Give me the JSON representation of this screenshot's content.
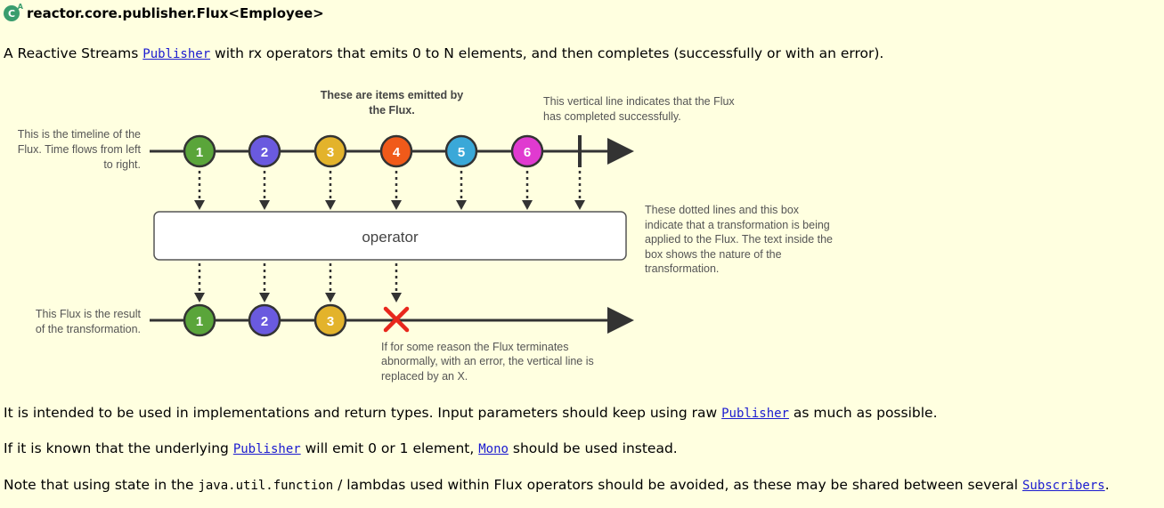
{
  "header": {
    "title": "reactor.core.publisher.Flux<Employee>"
  },
  "intro": {
    "before": "A Reactive Streams ",
    "link": "Publisher",
    "after": " with rx operators that emits 0 to N elements, and then completes (successfully or with an error)."
  },
  "diagram": {
    "emitted_label_line1": "These are items emitted by",
    "emitted_label_line2": "the Flux.",
    "complete_label_line1": "This vertical line indicates that the Flux",
    "complete_label_line2": "has completed successfully.",
    "timeline_label_line1": "This is the timeline of the",
    "timeline_label_line2": "Flux. Time flows from left",
    "timeline_label_line3": "to right.",
    "operator_label": "operator",
    "box_label_line1": "These dotted lines and this box",
    "box_label_line2": "indicate that a transformation is being",
    "box_label_line3": "applied to the Flux. The text inside the",
    "box_label_line4": "box shows the nature of the",
    "box_label_line5": "transformation.",
    "result_label_line1": "This Flux is the result",
    "result_label_line2": "of the transformation.",
    "error_label_line1": "If for some reason the Flux terminates",
    "error_label_line2": "abnormally, with an error, the vertical line is",
    "error_label_line3": "replaced by an X.",
    "top_items": [
      {
        "label": "1",
        "color": "#5aa53a"
      },
      {
        "label": "2",
        "color": "#6a5adf"
      },
      {
        "label": "3",
        "color": "#e3b32b"
      },
      {
        "label": "4",
        "color": "#f05a1a"
      },
      {
        "label": "5",
        "color": "#3aa8d8"
      },
      {
        "label": "6",
        "color": "#e03ad0"
      }
    ],
    "bottom_items": [
      {
        "label": "1",
        "color": "#5aa53a"
      },
      {
        "label": "2",
        "color": "#6a5adf"
      },
      {
        "label": "3",
        "color": "#e3b32b"
      }
    ],
    "error_color": "#e8271c"
  },
  "para2": {
    "before": "It is intended to be used in implementations and return types. Input parameters should keep using raw ",
    "link": "Publisher",
    "after": " as much as possible."
  },
  "para3": {
    "before": "If it is known that the underlying ",
    "link1": "Publisher",
    "middle": " will emit 0 or 1 element, ",
    "link2": "Mono",
    "after": " should be used instead."
  },
  "para4": {
    "before": "Note that using state in the ",
    "code": "java.util.function",
    "middle": " / lambdas used within Flux operators should be avoided, as these may be shared between several ",
    "link": "Subscribers",
    "after": "."
  }
}
